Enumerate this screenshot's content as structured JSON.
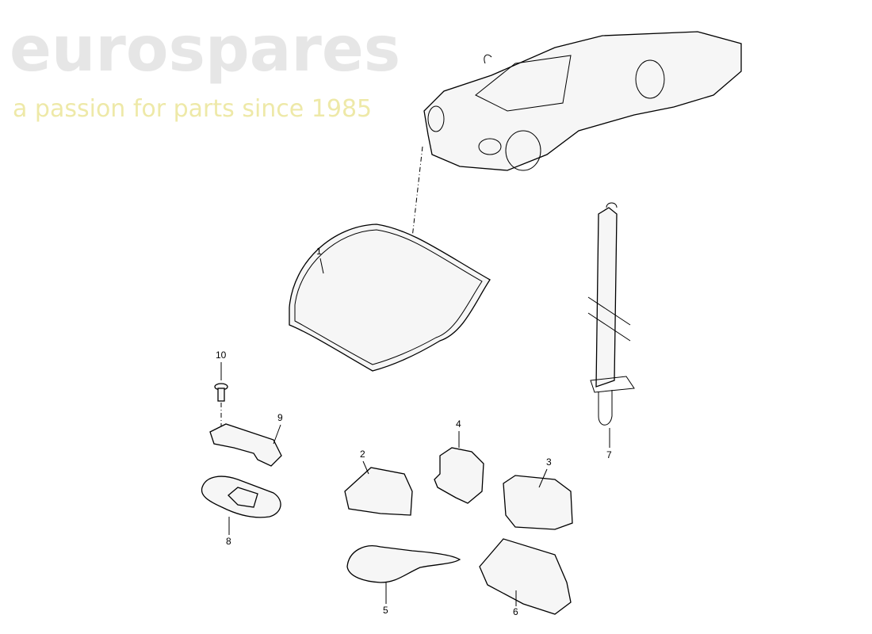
{
  "watermark": {
    "brand": "eurospares",
    "tagline": "a passion for parts since 1985",
    "brand_color": "#e8e8e8",
    "tagline_color": "#f3f0b0"
  },
  "callouts": [
    {
      "id": "1",
      "part": "hood"
    },
    {
      "id": "2",
      "part": "buffer-left"
    },
    {
      "id": "3",
      "part": "buffer-right"
    },
    {
      "id": "4",
      "part": "bracket"
    },
    {
      "id": "5",
      "part": "buffer"
    },
    {
      "id": "6",
      "part": "buffer"
    },
    {
      "id": "7",
      "part": "gas-strut"
    },
    {
      "id": "8",
      "part": "base-plate"
    },
    {
      "id": "9",
      "part": "clip"
    },
    {
      "id": "10",
      "part": "screw"
    }
  ]
}
